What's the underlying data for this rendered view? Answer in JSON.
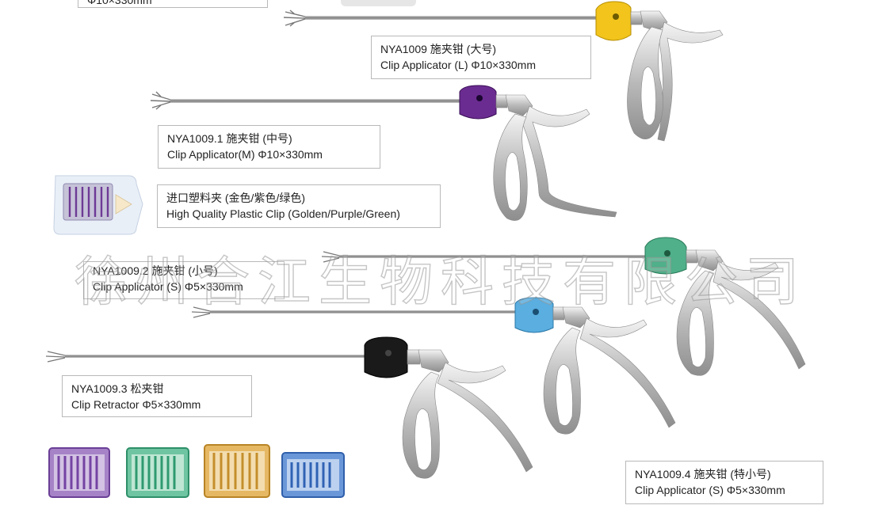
{
  "products": {
    "applicator_l": {
      "line1": "NYA1009  施夹钳 (大号)",
      "line2": "Clip Applicator (L)  Φ10×330mm",
      "color": "#f2c41c"
    },
    "applicator_m": {
      "line1": "NYA1009.1  施夹钳 (中号)",
      "line2": "Clip Applicator(M)  Φ10×330mm",
      "color": "#6b2c91"
    },
    "plastic_clip": {
      "line1": "进口塑料夹 (金色/紫色/绿色)",
      "line2": "High Quality Plastic Clip (Golden/Purple/Green)"
    },
    "applicator_s": {
      "line1": "NYA1009.2  施夹钳 (小号)",
      "line2": "Clip Applicator (S)  Φ5×330mm",
      "color": "#4fb08a"
    },
    "retractor": {
      "line1": "NYA1009.3  松夹钳",
      "line2": "Clip Retractor  Φ5×330mm",
      "color": "#1a1a1a"
    },
    "applicator_xs": {
      "line1": "NYA1009.4  施夹钳 (特小号)",
      "line2": "Clip Applicator (S)  Φ5×330mm",
      "color": "#5aaee0"
    }
  },
  "top_partial_text": "Φ10×330mm",
  "watermark": "徐州合江生物科技有限公司",
  "clip_cartridge_colors": [
    "#8a5ab5",
    "#3aa883",
    "#d9a240",
    "#3f78c8"
  ]
}
